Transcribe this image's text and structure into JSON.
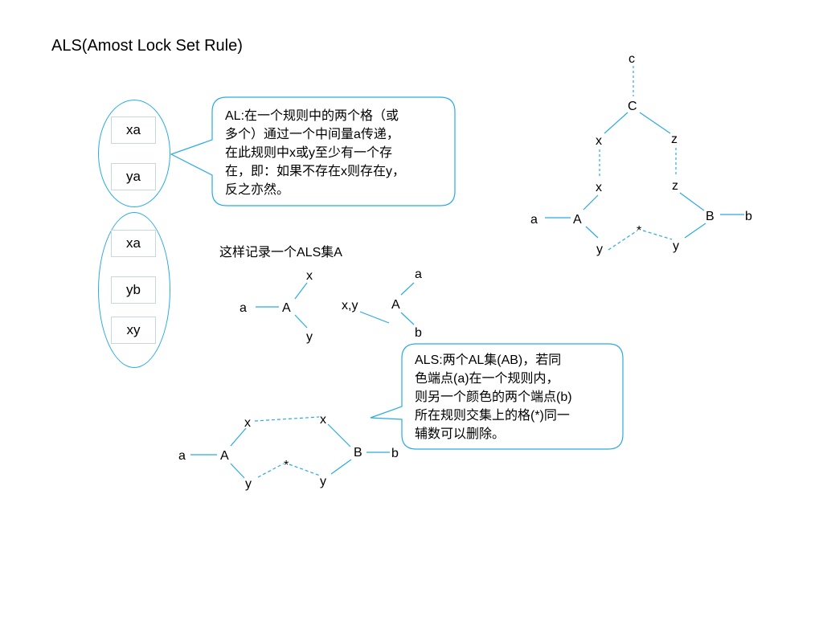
{
  "title": "ALS(Amost Lock Set Rule)",
  "colors": {
    "line": "#29abe2",
    "bubble_border": "#29abe2"
  },
  "group1": {
    "items": [
      "xa",
      "ya"
    ]
  },
  "group2": {
    "items": [
      "xa",
      "yb",
      "xy"
    ]
  },
  "bubble_al": {
    "lines": [
      "AL:在一个规则中的两个格（或",
      "多个）通过一个中间量a传递，",
      "在此规则中x或y至少有一个存",
      "在，即：如果不存在x则存在y，",
      "反之亦然。"
    ]
  },
  "caption": "这样记录一个ALS集A",
  "bubble_als": {
    "lines": [
      "ALS:两个AL集(AB)，若同",
      "色端点(a)在一个规则内，",
      "则另一个颜色的两个端点(b)",
      "所在规则交集上的格(*)同一",
      "辅数可以删除。"
    ]
  },
  "diagram_small_1": {
    "center": "A",
    "left": "a",
    "top": "x",
    "bottom": "y"
  },
  "diagram_small_2": {
    "left": "x,y",
    "center": "A",
    "top": "a",
    "bottom": "b"
  },
  "diagram_bottom": {
    "a": "a",
    "A": "A",
    "x1": "x",
    "x2": "x",
    "B": "B",
    "b": "b",
    "y1": "y",
    "y2": "y",
    "star": "*"
  },
  "diagram_right": {
    "c": "c",
    "C": "C",
    "x1": "x",
    "z1": "z",
    "x2": "x",
    "z2": "z",
    "a": "a",
    "A": "A",
    "B": "B",
    "b": "b",
    "star": "*",
    "y1": "y",
    "y2": "y"
  }
}
